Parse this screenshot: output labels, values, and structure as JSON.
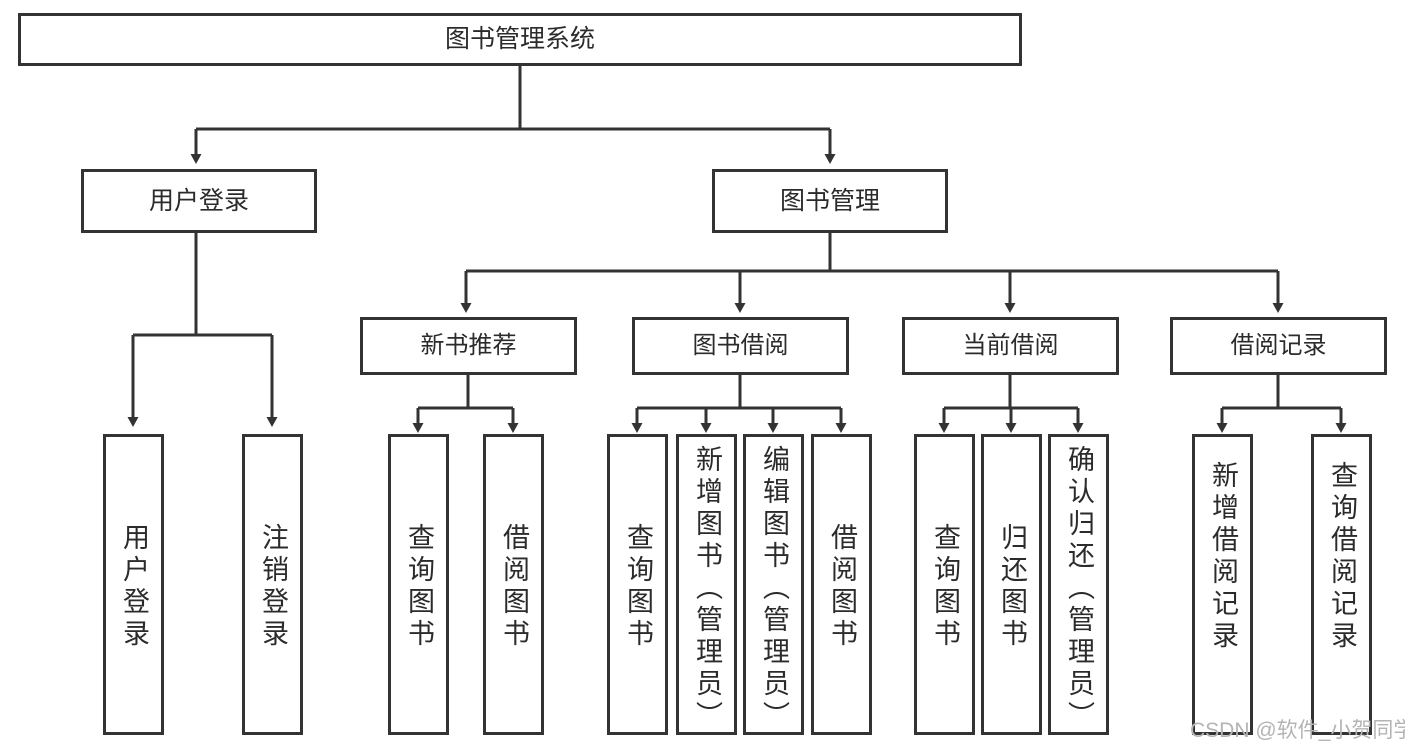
{
  "diagram": {
    "type": "tree",
    "title": "图书管理系统",
    "root": {
      "label": "图书管理系统"
    },
    "tier1": [
      {
        "label": "用户登录"
      },
      {
        "label": "图书管理"
      }
    ],
    "tier2": [
      {
        "label": "新书推荐"
      },
      {
        "label": "图书借阅"
      },
      {
        "label": "当前借阅"
      },
      {
        "label": "借阅记录"
      }
    ],
    "leaves": {
      "user_login": [
        {
          "label": "用户登录"
        },
        {
          "label": "注销登录"
        }
      ],
      "new_book_recommend": [
        {
          "label": "查询图书"
        },
        {
          "label": "借阅图书"
        }
      ],
      "book_borrow": [
        {
          "label": "查询图书"
        },
        {
          "label": "新增图书（管理员）"
        },
        {
          "label": "编辑图书（管理员）"
        },
        {
          "label": "借阅图书"
        }
      ],
      "current_borrow": [
        {
          "label": "查询图书"
        },
        {
          "label": "归还图书"
        },
        {
          "label": "确认归还（管理员）"
        }
      ],
      "borrow_record": [
        {
          "label": "新增借阅记录"
        },
        {
          "label": "查询借阅记录"
        }
      ]
    }
  },
  "watermark": {
    "text": "CSDN @软件_小贺同学"
  },
  "colors": {
    "stroke": "#333333",
    "box_fill": "#ffffff",
    "text": "#2b2b2b",
    "watermark": "#b4b4b4",
    "background": "#ffffff"
  }
}
